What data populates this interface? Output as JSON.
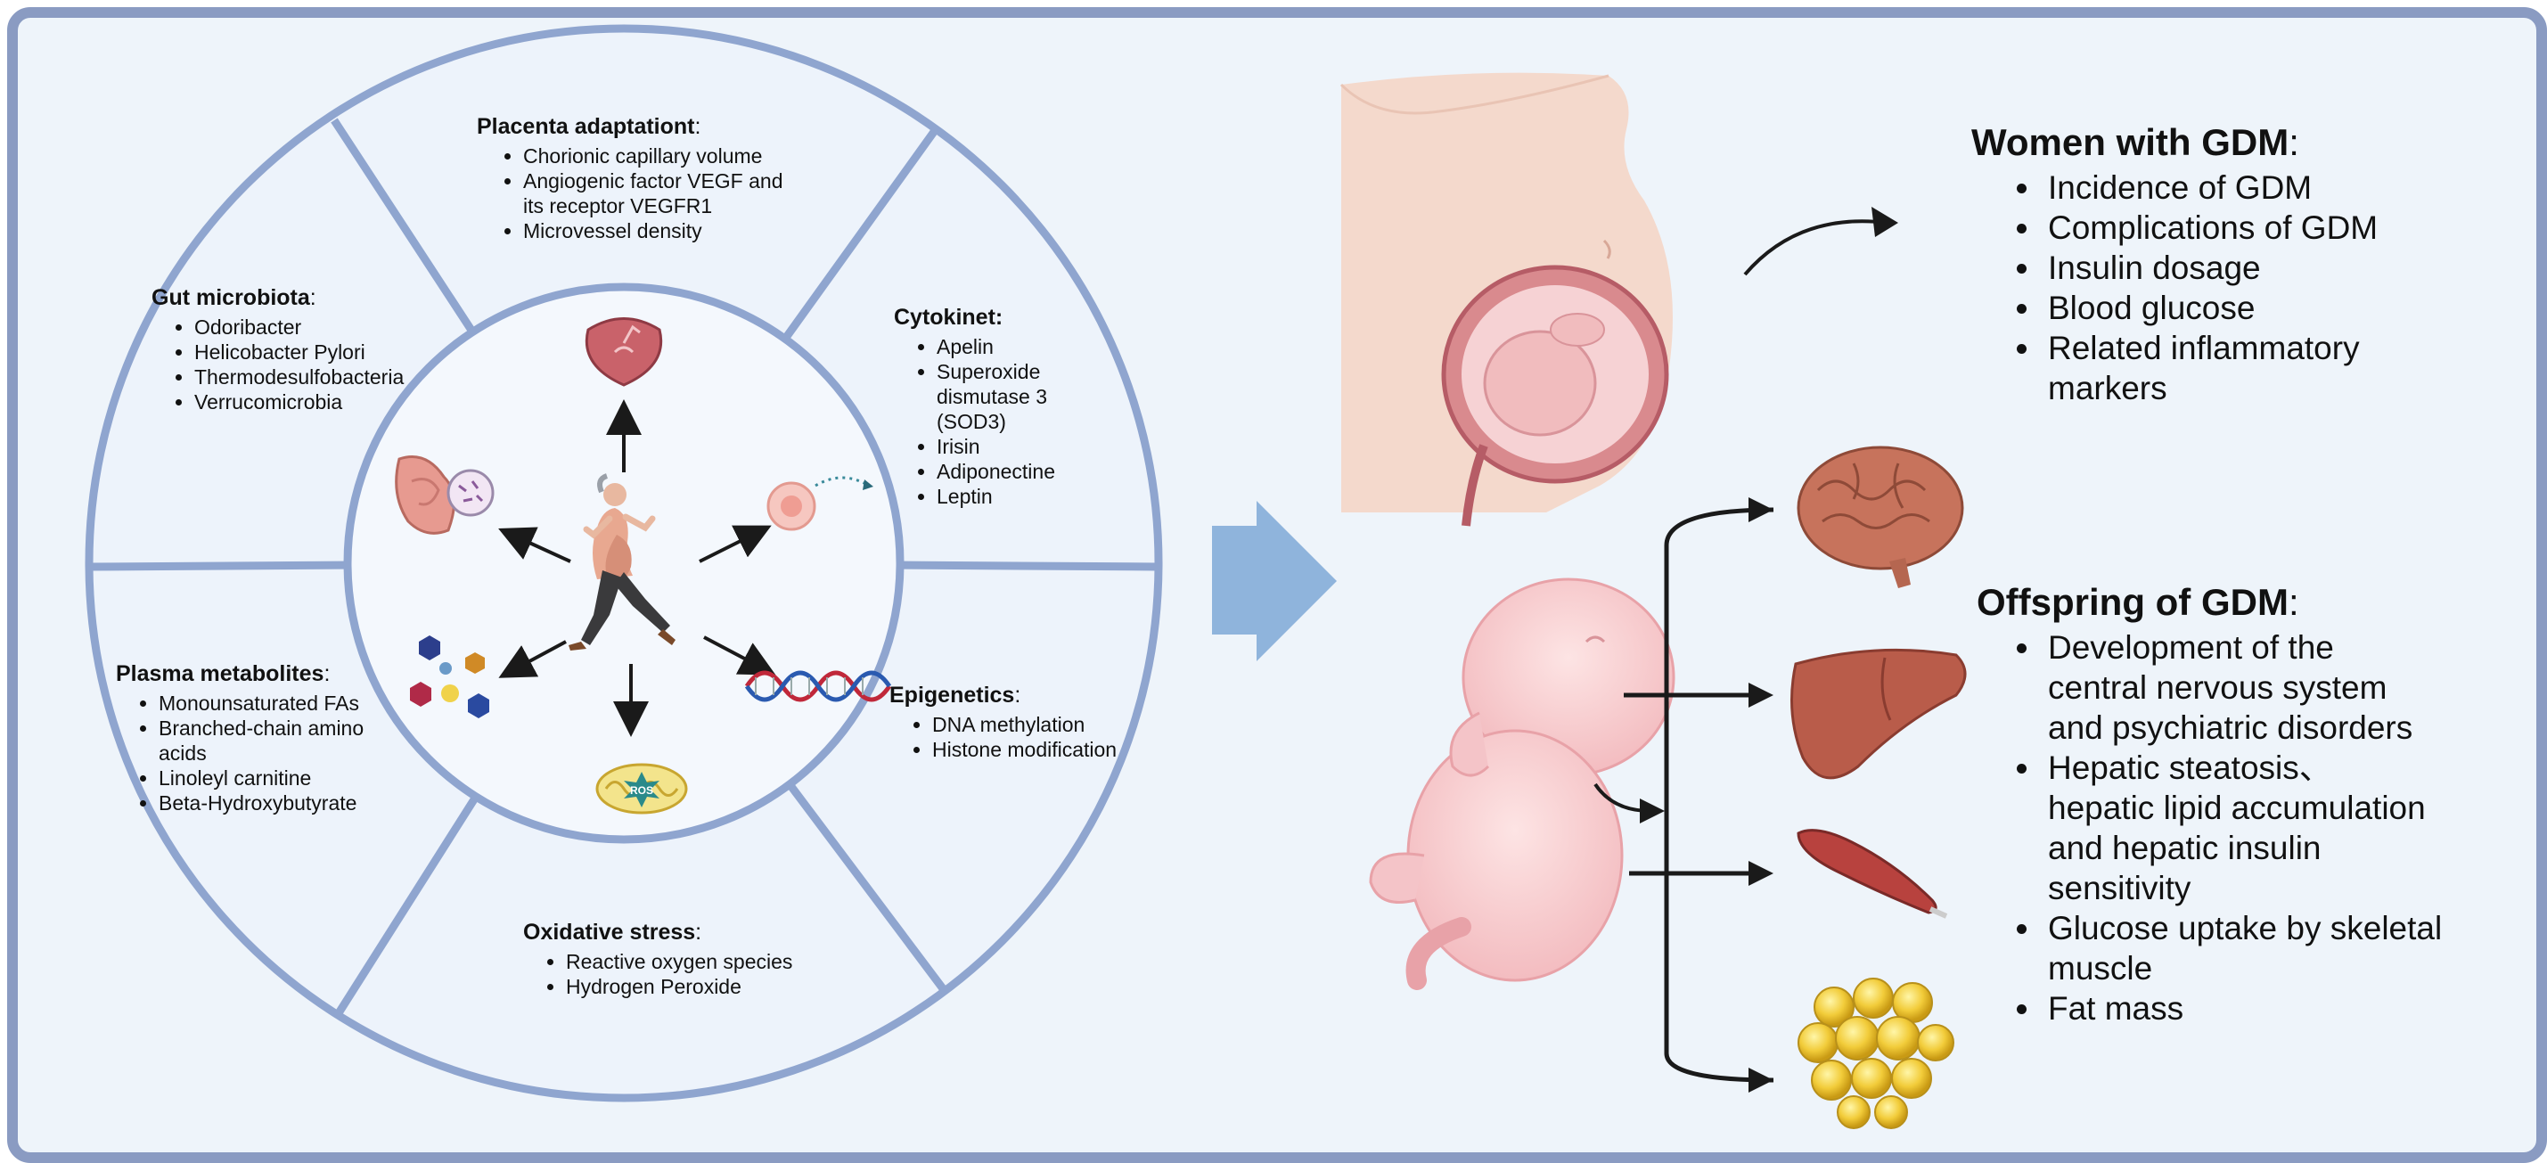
{
  "wheel": {
    "placenta": {
      "title": "Placenta adaptationt",
      "items": [
        "Chorionic capillary volume",
        "Angiogenic factor VEGF and",
        "its receptor VEGFR1",
        "Microvessel density"
      ]
    },
    "gut": {
      "title": "Gut microbiota",
      "items": [
        "Odoribacter",
        "Helicobacter Pylori",
        "Thermodesulfobacteria",
        "Verrucomicrobia"
      ]
    },
    "cytokinet": {
      "title": "Cytokinet:",
      "items": [
        "Apelin",
        "Superoxide",
        "dismutase 3",
        "(SOD3)",
        "Irisin",
        "Adiponectine",
        "Leptin"
      ]
    },
    "plasma": {
      "title": "Plasma metabolites",
      "items": [
        "Monounsaturated FAs",
        "Branched-chain amino",
        "acids",
        "Linoleyl carnitine",
        "Beta-Hydroxybutyrate"
      ]
    },
    "epigenetics": {
      "title": "Epigenetics",
      "items": [
        "DNA methylation",
        "Histone modification"
      ]
    },
    "oxidative": {
      "title": "Oxidative stress",
      "items": [
        "Reactive oxygen species",
        "Hydrogen Peroxide"
      ]
    },
    "ros_label": "ROS"
  },
  "women": {
    "title": "Women with GDM",
    "items": [
      "Incidence of GDM",
      "Complications of GDM",
      "Insulin dosage",
      "Blood glucose",
      "Related inflammatory",
      "markers"
    ]
  },
  "offspring": {
    "title": "Offspring of GDM",
    "items": [
      "Development of the",
      "central nervous system",
      "and psychiatric disorders",
      "Hepatic steatosis、",
      "hepatic lipid accumulation",
      "and hepatic insulin",
      "sensitivity",
      "Glucose uptake by skeletal",
      "muscle",
      "Fat mass"
    ]
  },
  "colors": {
    "frame": "#8a9bc2",
    "background": "#eef4fa",
    "wheel_ring": "#8fa5cf",
    "big_arrow": "#8fb4dc"
  }
}
